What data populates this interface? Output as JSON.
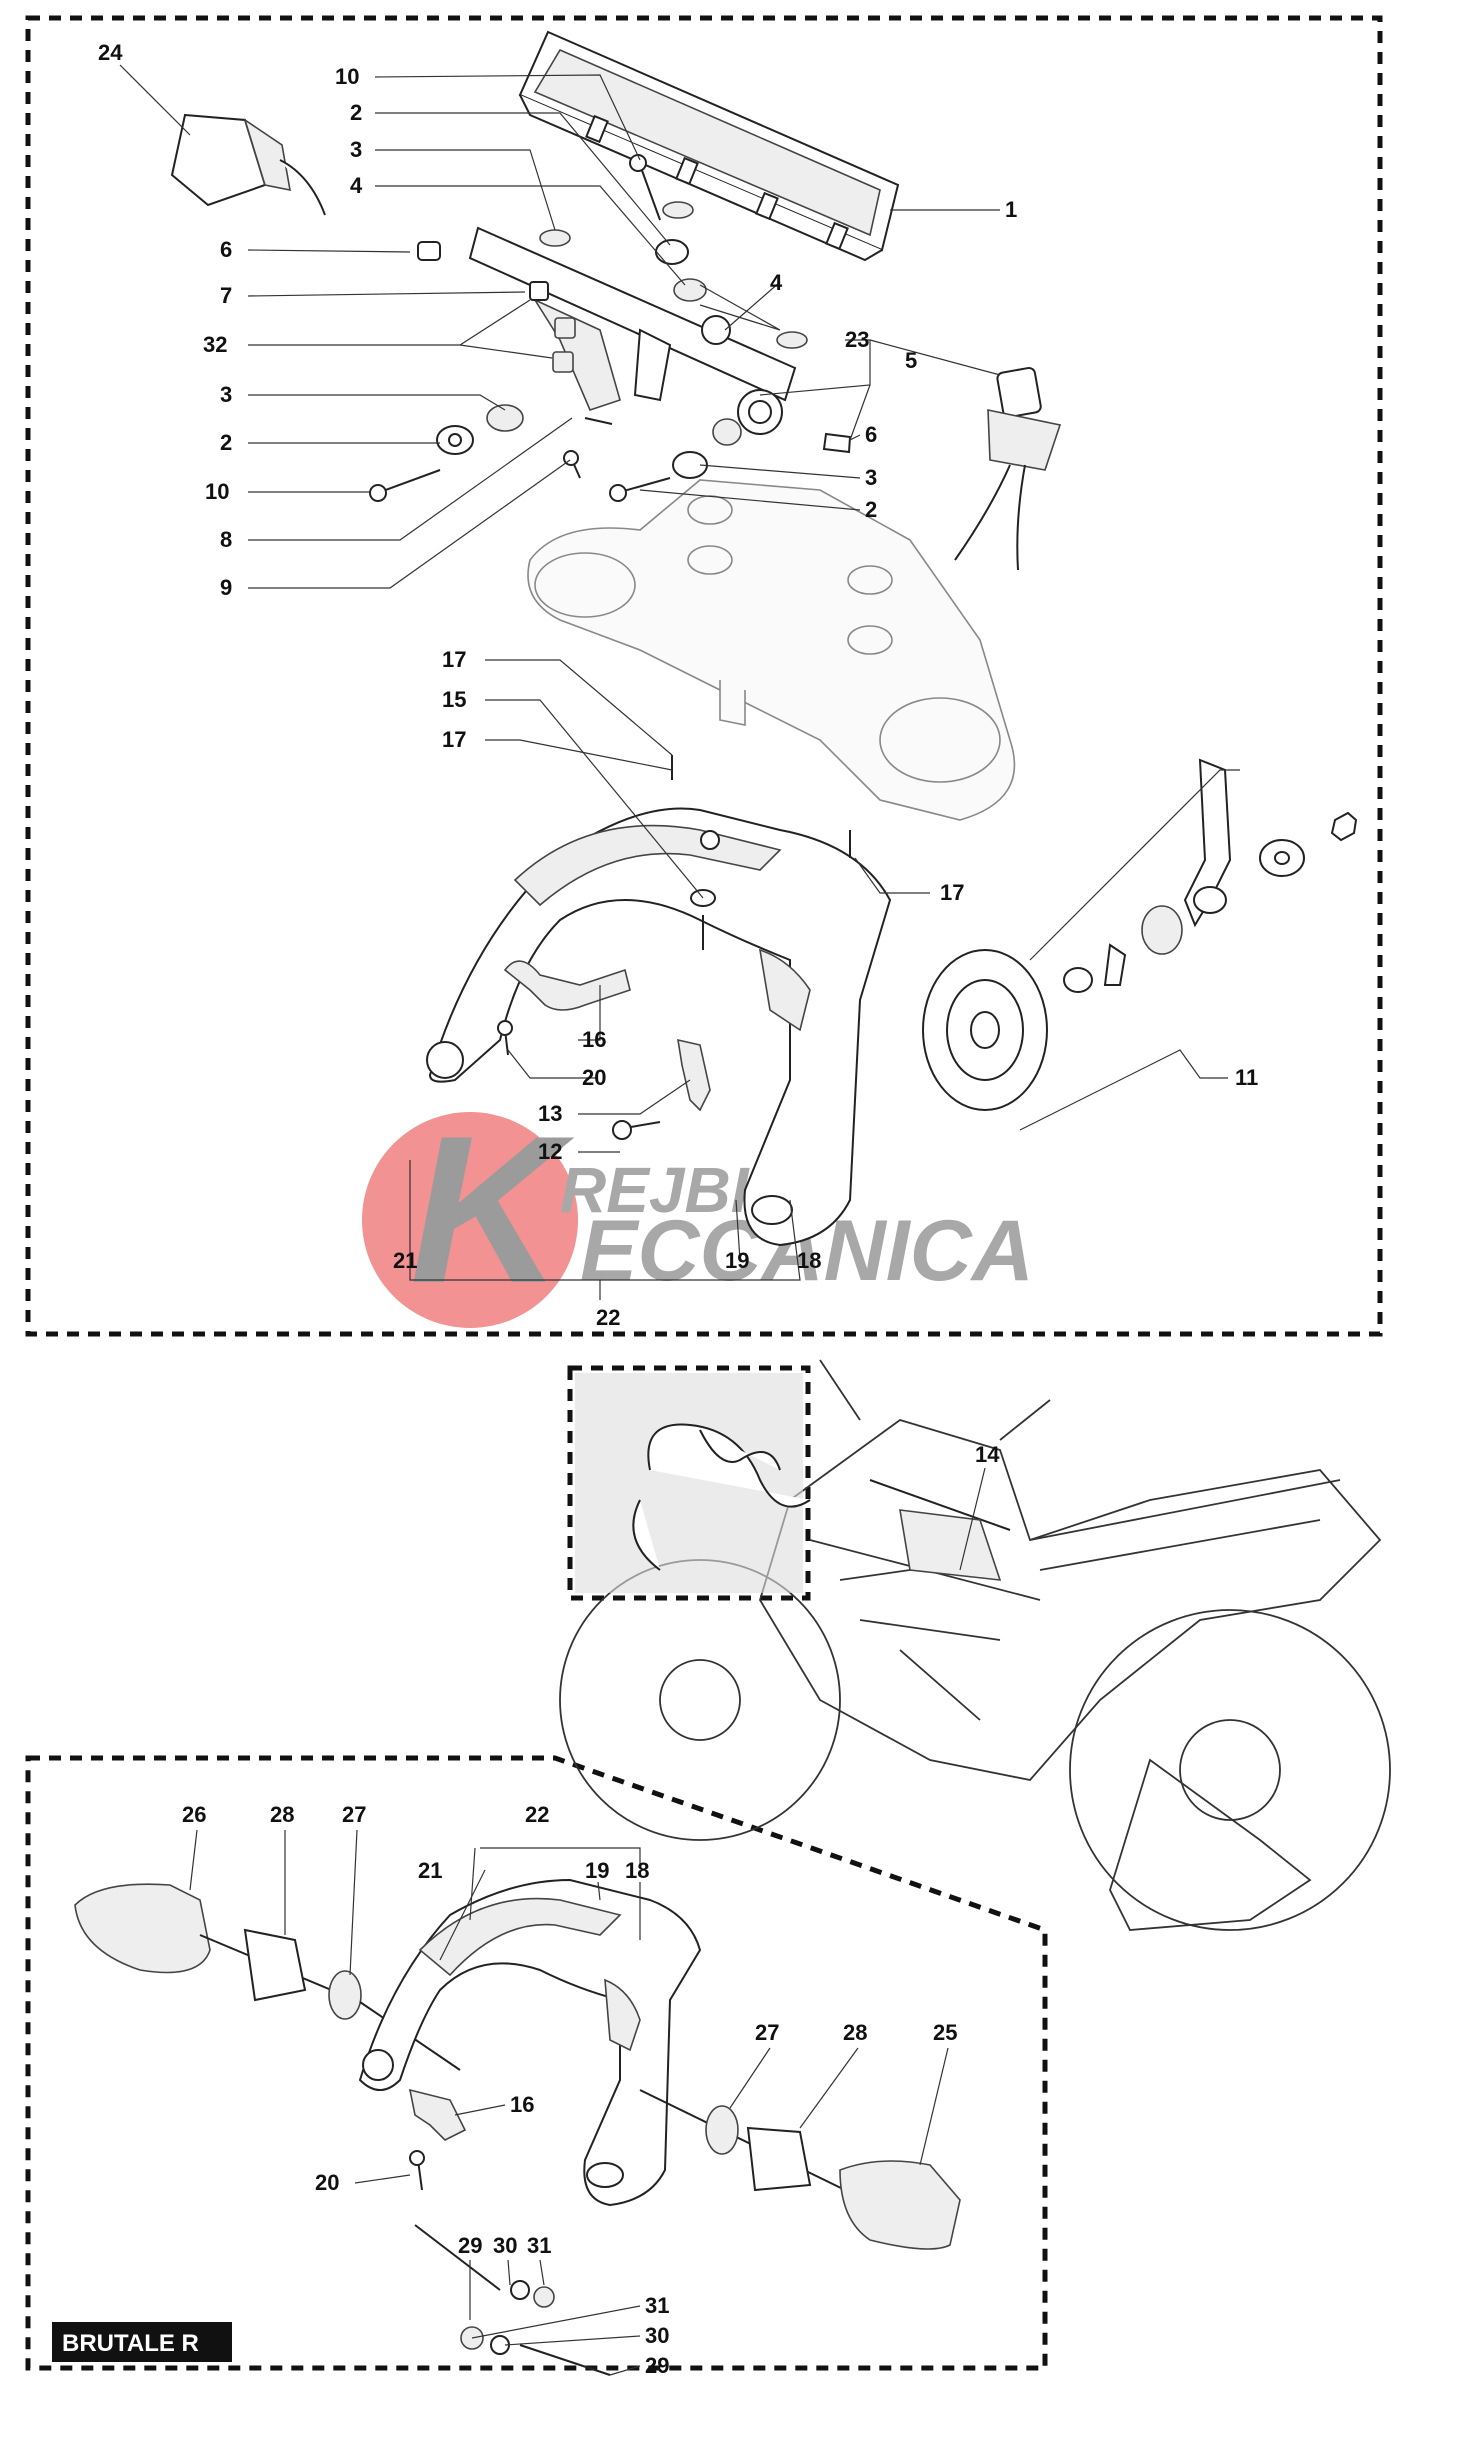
{
  "parts": {
    "p1": "1",
    "p2": "2",
    "p3": "3",
    "p4": "4",
    "p5": "5",
    "p6": "6",
    "p7": "7",
    "p8": "8",
    "p9": "9",
    "p10": "10",
    "p11": "11",
    "p12": "12",
    "p13": "13",
    "p14": "14",
    "p15": "15",
    "p16": "16",
    "p17": "17",
    "p18": "18",
    "p19": "19",
    "p20": "20",
    "p21": "21",
    "p22": "22",
    "p23": "23",
    "p24": "24",
    "p25": "25",
    "p26": "26",
    "p27": "27",
    "p28": "28",
    "p29": "29",
    "p30": "30",
    "p31": "31",
    "p32": "32"
  },
  "variant_badge": "BRUTALE R",
  "watermark": {
    "line1": "REJBICH",
    "line2": "ECCANICA",
    "letter": "K",
    "circle_color": "#f08080"
  }
}
